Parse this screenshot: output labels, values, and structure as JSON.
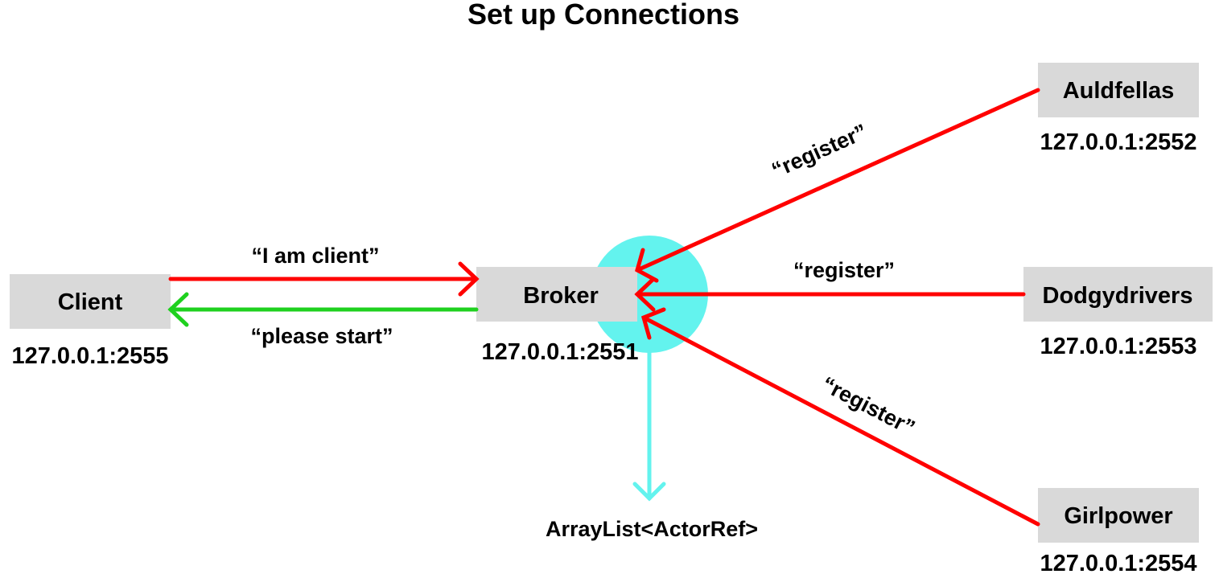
{
  "title": "Set up Connections",
  "colors": {
    "box_fill": "#d9d9d9",
    "red_arrow": "#ff0000",
    "green_arrow": "#1fd11f",
    "cyan": "#63f3ee",
    "text": "#111111"
  },
  "nodes": {
    "client": {
      "label": "Client",
      "address": "127.0.0.1:2555"
    },
    "broker": {
      "label": "Broker",
      "address": "127.0.0.1:2551"
    },
    "auldfellas": {
      "label": "Auldfellas",
      "address": "127.0.0.1:2552"
    },
    "dodgydrivers": {
      "label": "Dodgydrivers",
      "address": "127.0.0.1:2553"
    },
    "girlpower": {
      "label": "Girlpower",
      "address": "127.0.0.1:2554"
    }
  },
  "messages": {
    "i_am_client": "“I am client”",
    "please_start": "“please start”",
    "register_auldfellas": "“register”",
    "register_dodgydrivers": "“register”",
    "register_girlpower": "“register”"
  },
  "registry_label": "ArrayList<ActorRef>"
}
